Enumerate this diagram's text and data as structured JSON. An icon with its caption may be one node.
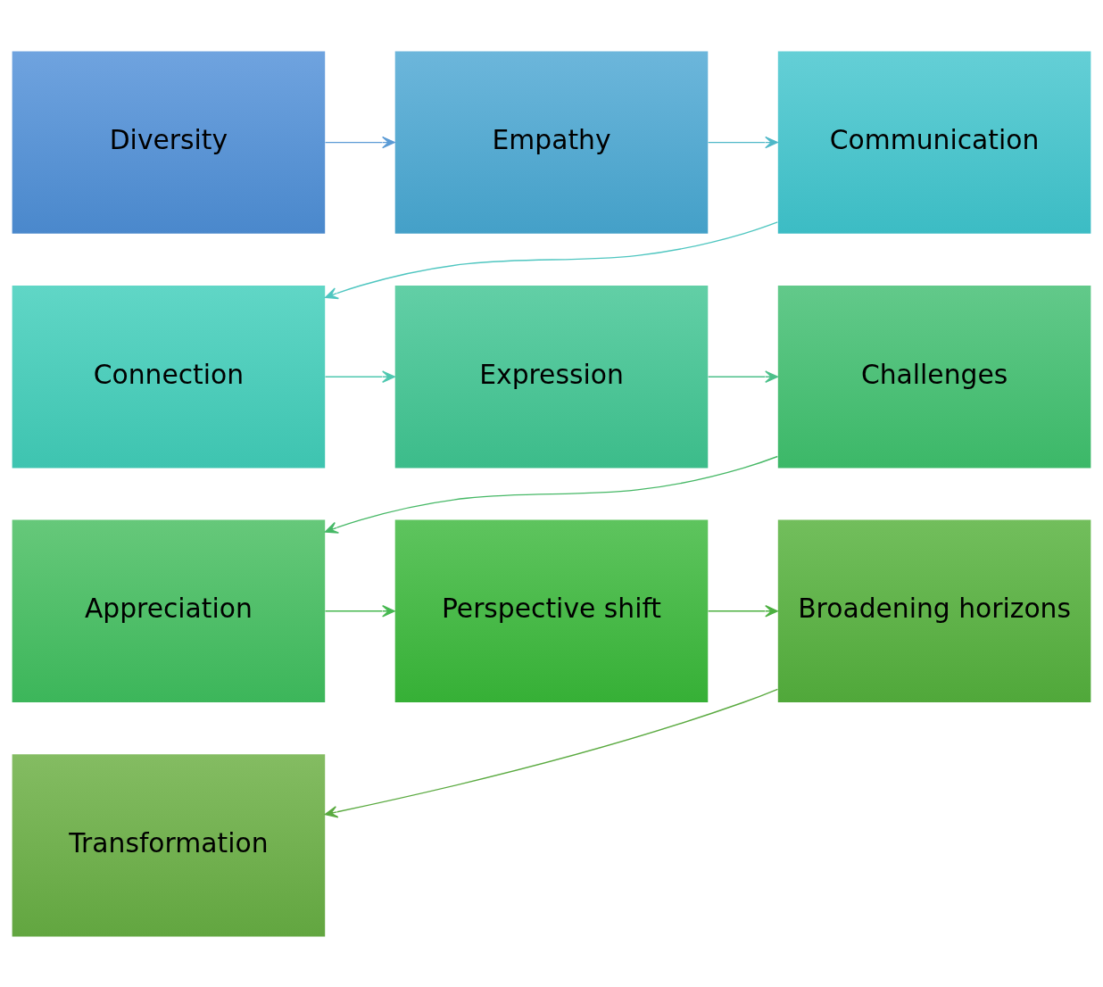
{
  "diagram": {
    "nodes": [
      {
        "text": [
          "Diversity"
        ]
      },
      {
        "text": [
          "Empathy"
        ]
      },
      {
        "text": [
          "Communication"
        ]
      },
      {
        "text": [
          "Connection"
        ]
      },
      {
        "text": [
          "Expression"
        ]
      },
      {
        "text": [
          "Challenges"
        ]
      },
      {
        "text": [
          "Appreciation"
        ]
      },
      {
        "text": [
          "Perspective shift"
        ]
      },
      {
        "text": [
          "Broadening horizons"
        ]
      },
      {
        "text": [
          "Transformation"
        ]
      }
    ],
    "edges": [
      {
        "from": 0,
        "to": 1,
        "arrow": "to",
        "color": "#5b9bd5"
      },
      {
        "from": 1,
        "to": 2,
        "arrow": "to",
        "color": "#4fb8c8"
      },
      {
        "from": 2,
        "to": 3,
        "arrow": "to",
        "color": "#4fc6c0"
      },
      {
        "from": 3,
        "to": 4,
        "arrow": "to",
        "color": "#4fc8b0"
      },
      {
        "from": 4,
        "to": 5,
        "arrow": "to",
        "color": "#4cc08a"
      },
      {
        "from": 5,
        "to": 6,
        "arrow": "to",
        "color": "#46b866"
      },
      {
        "from": 6,
        "to": 7,
        "arrow": "to",
        "color": "#46b850"
      },
      {
        "from": 7,
        "to": 8,
        "arrow": "to",
        "color": "#4cb040"
      },
      {
        "from": 8,
        "to": 9,
        "arrow": "to",
        "color": "#5aaa40"
      }
    ]
  }
}
